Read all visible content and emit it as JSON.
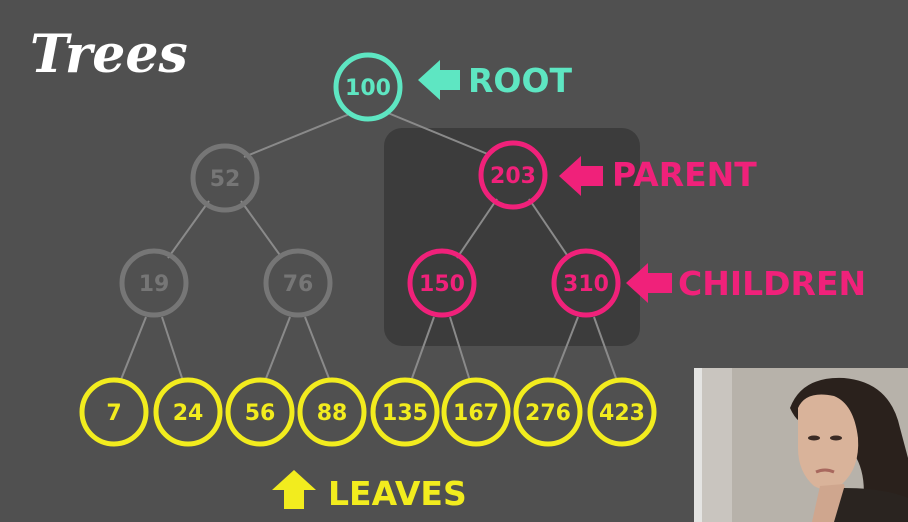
{
  "title": "Trees",
  "colors": {
    "background": "#505050",
    "root": "#5ee6c2",
    "highlight": "#f0217a",
    "leaf": "#f2ec1e",
    "dim": "#767676",
    "edge": "#8a8a8a",
    "panel": "#3c3c3c"
  },
  "nodes": {
    "root": "100",
    "n52": "52",
    "n203": "203",
    "n19": "19",
    "n76": "76",
    "n150": "150",
    "n310": "310",
    "leaves": [
      "7",
      "24",
      "56",
      "88",
      "135",
      "167",
      "276",
      "423"
    ]
  },
  "labels": {
    "root": "ROOT",
    "parent": "PARENT",
    "children": "CHILDREN",
    "leaves": "LEAVES"
  },
  "icons": {
    "root_pointer": "arrow-left-icon",
    "parent_pointer": "arrow-left-icon",
    "children_pointer": "arrow-left-icon",
    "leaves_pointer": "arrow-up-icon"
  }
}
